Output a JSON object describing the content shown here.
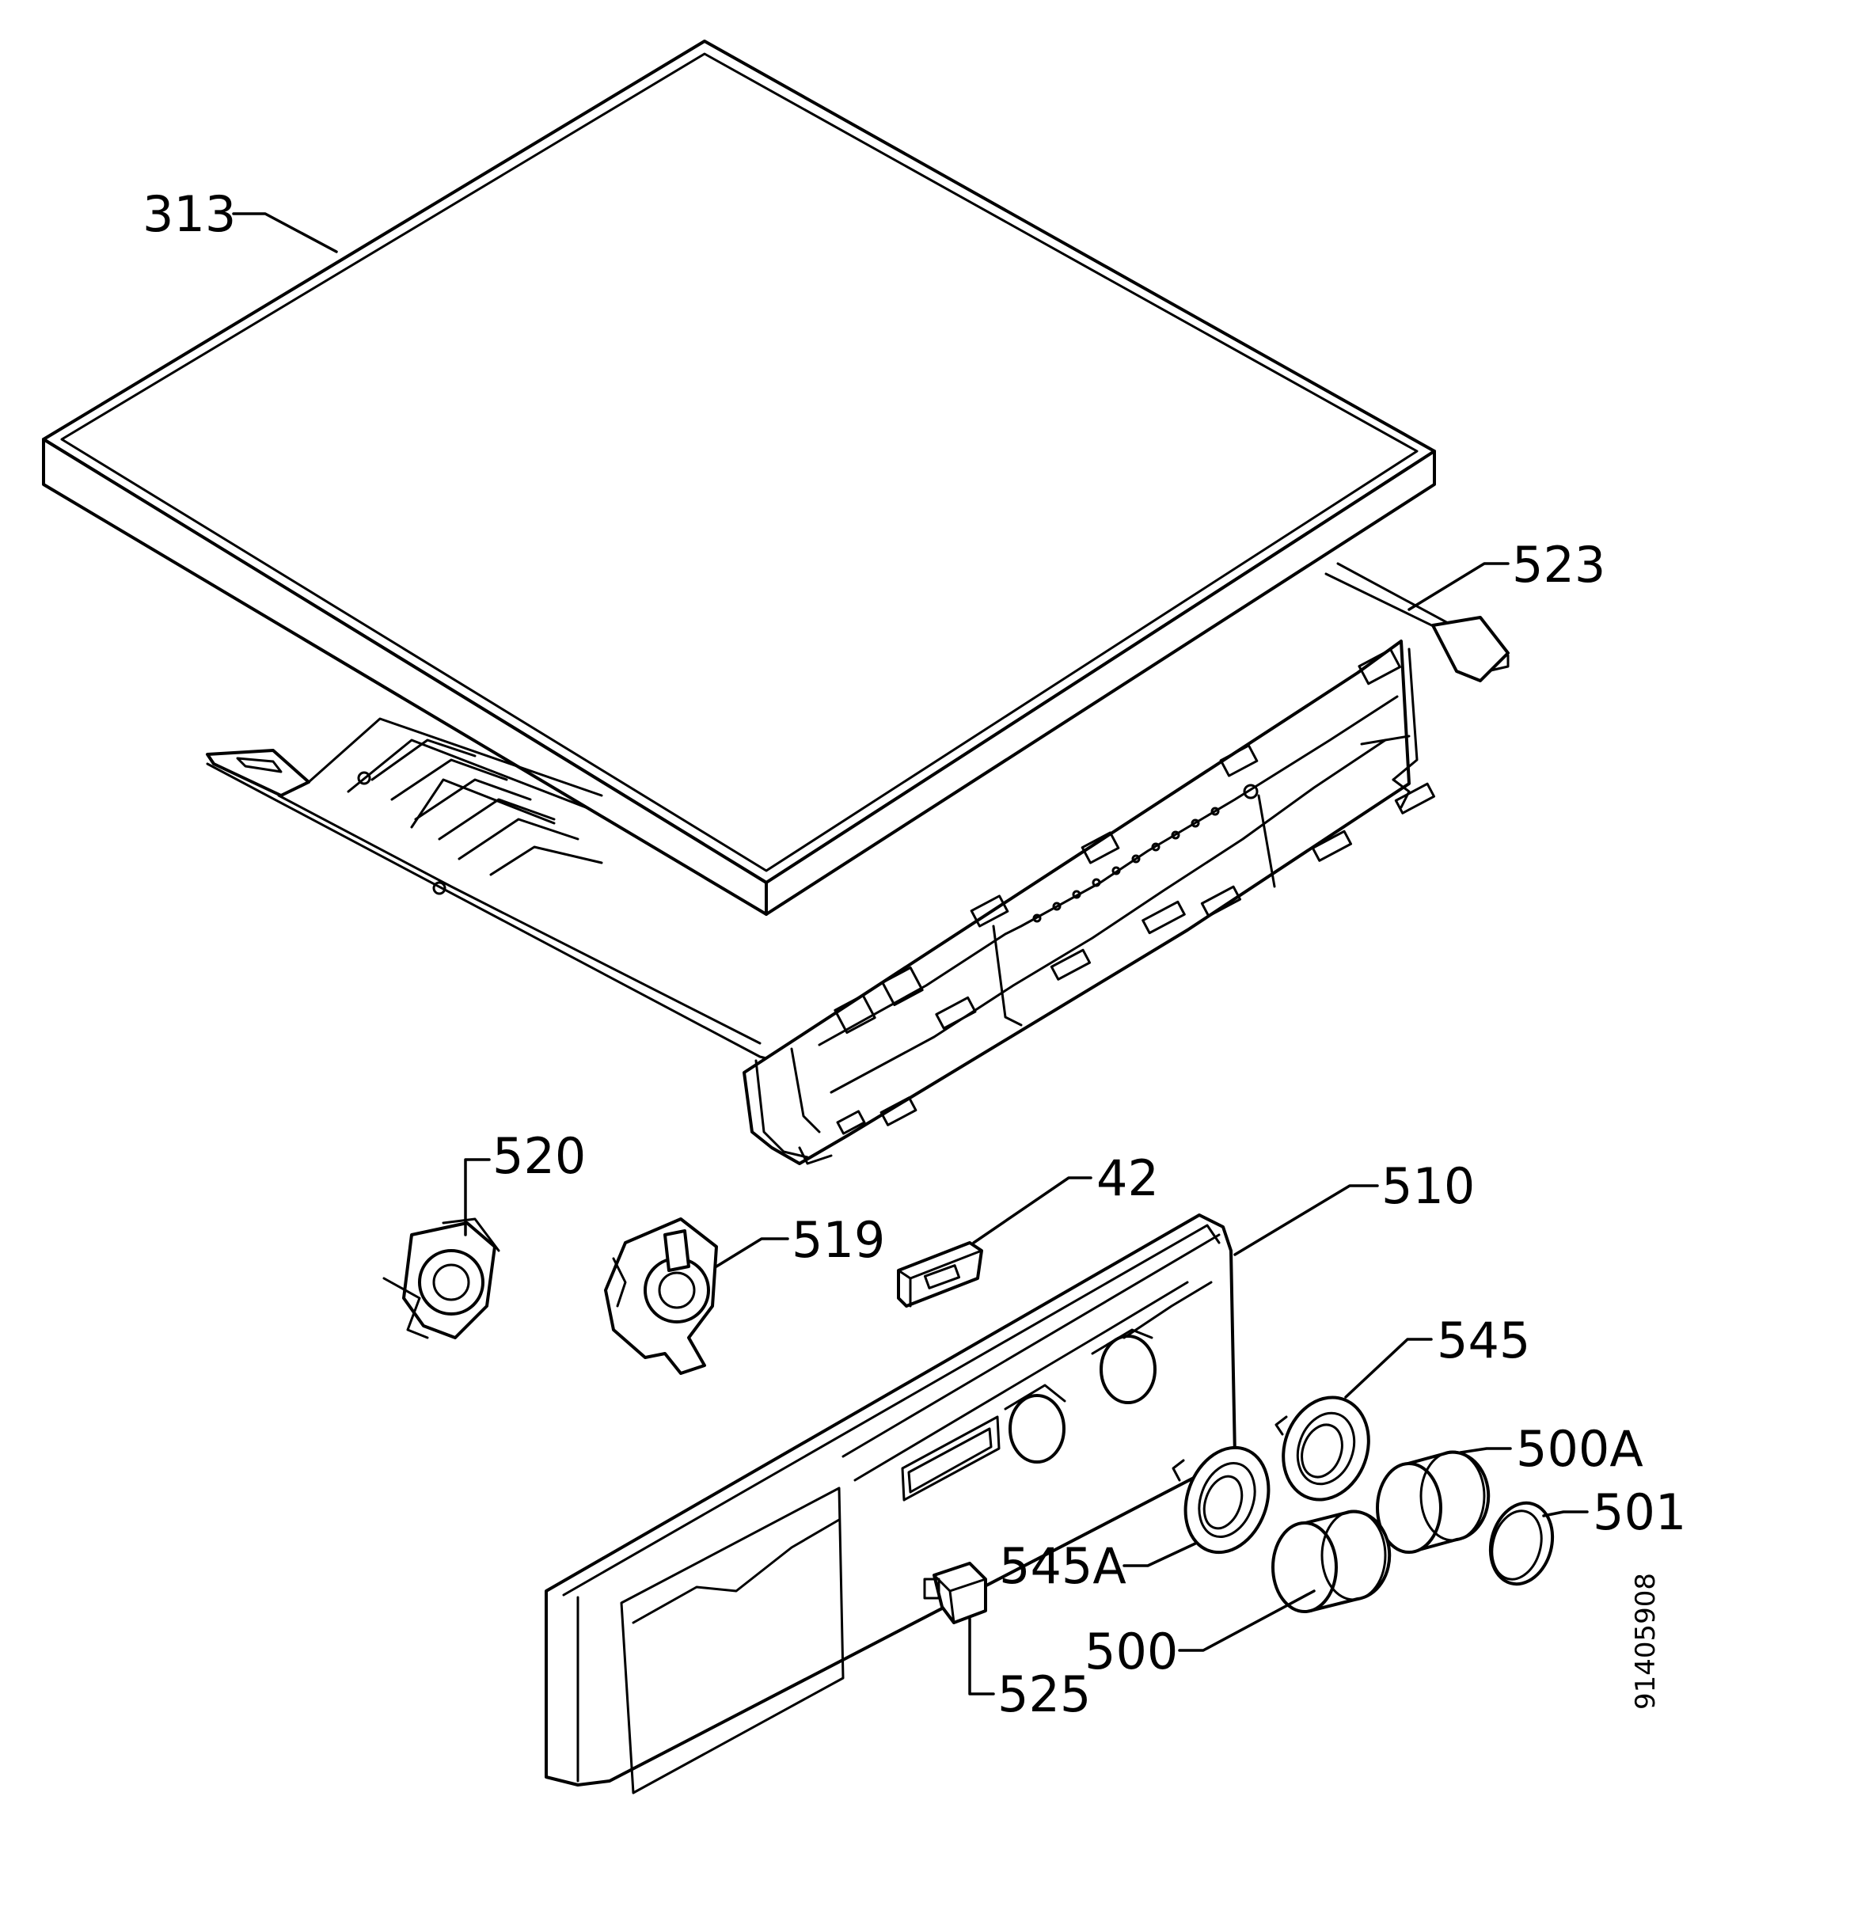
{
  "labels": {
    "l313": "313",
    "l523": "523",
    "l520": "520",
    "l42": "42",
    "l510": "510",
    "l519": "519",
    "l545": "545",
    "l500a": "500A",
    "l501": "501",
    "l545a": "545A",
    "l500": "500",
    "l525": "525"
  },
  "drawing_number": "91405908"
}
